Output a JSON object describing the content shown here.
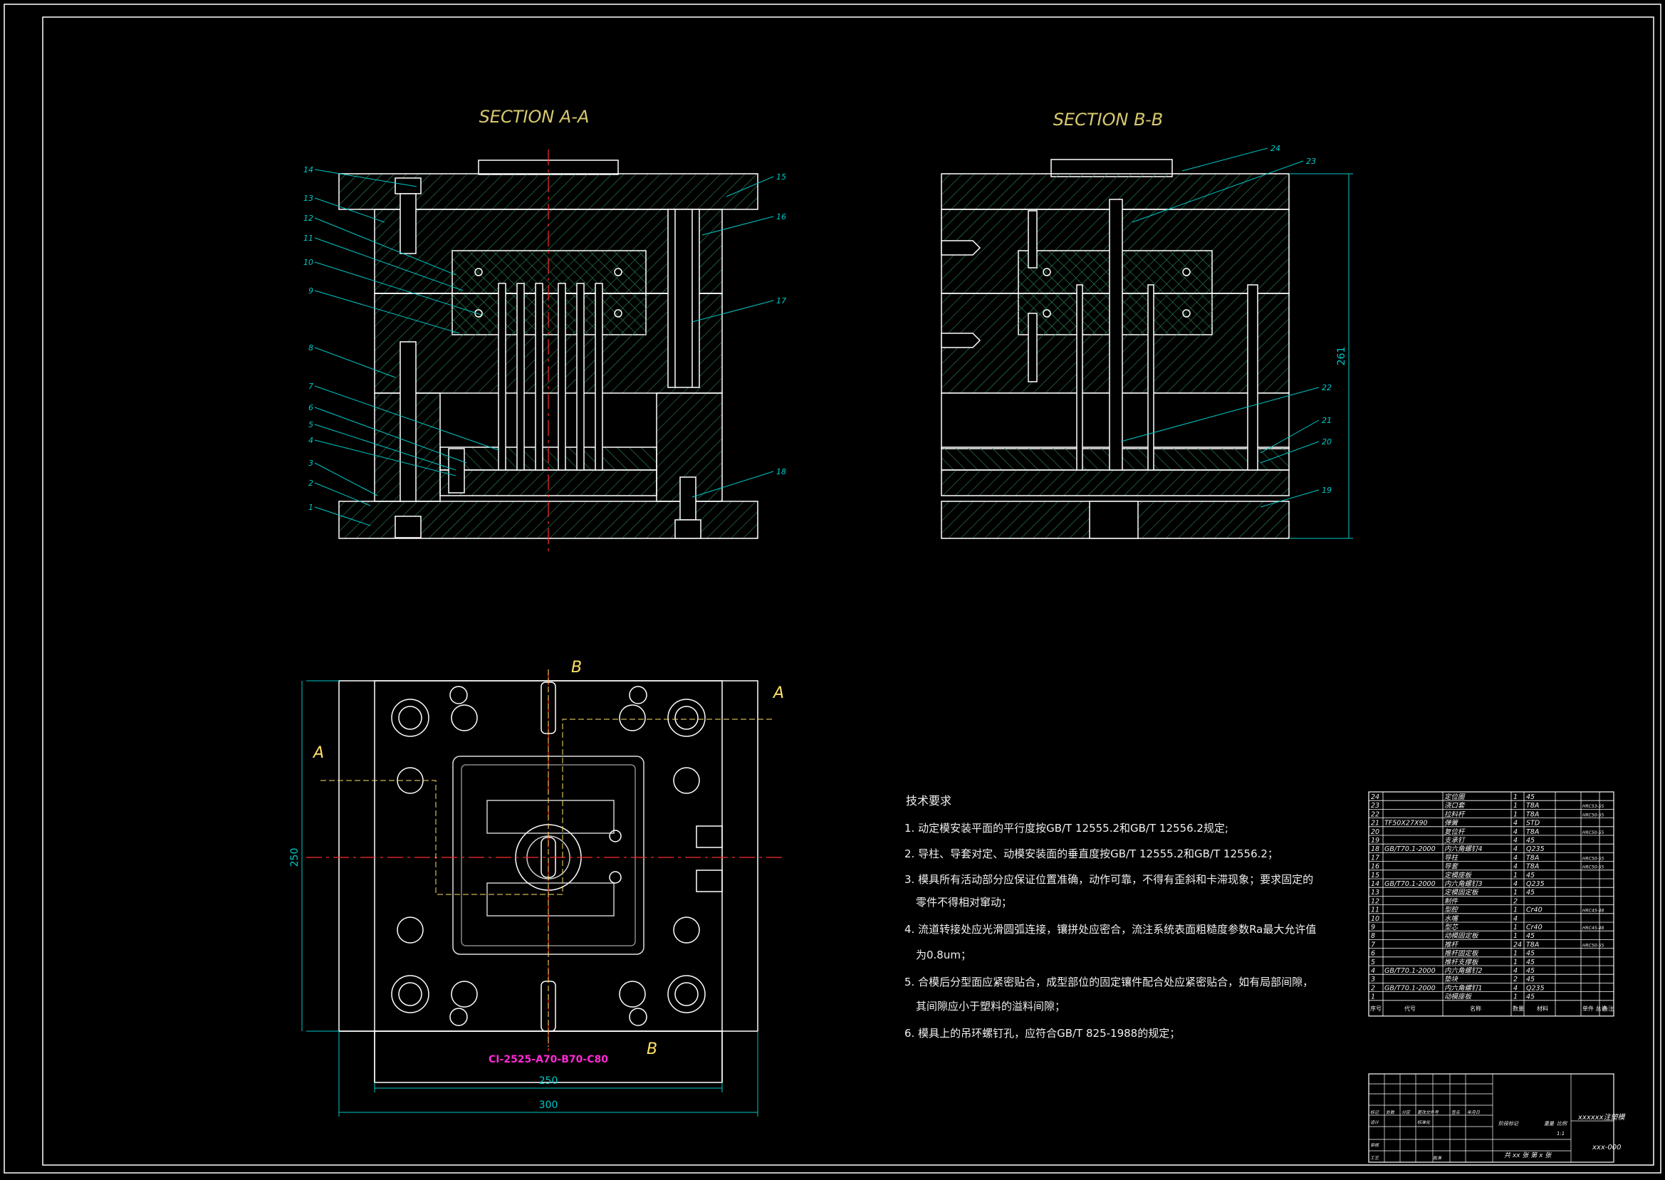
{
  "sections": {
    "aa_title": "SECTION A-A",
    "bb_title": "SECTION B-B"
  },
  "colors": {
    "background": "#000000",
    "outline": "#ffffff",
    "hatch": "#2e8b57",
    "centerline": "#ff2a2a",
    "leader": "#00c8c8",
    "title_text": "#d8c870",
    "tech_text": "#f0f0f0",
    "pink_label": "#ff2ad4"
  },
  "aa_callouts": [
    "14",
    "13",
    "12",
    "11",
    "10",
    "9",
    "8",
    "7",
    "6",
    "5",
    "4",
    "3",
    "2",
    "1",
    "15",
    "16",
    "17",
    "18"
  ],
  "bb_callouts": [
    "24",
    "23",
    "22",
    "21",
    "20",
    "19"
  ],
  "dimensions": {
    "bb_height": "261",
    "plan_height": "250",
    "plan_width_inner": "250",
    "plan_width_outer": "300"
  },
  "plan": {
    "arrow_a_top": "A",
    "arrow_a_left": "A",
    "arrow_b_top": "B",
    "arrow_b_bottom": "B",
    "mold_code": "CI-2525-A70-B70-C80"
  },
  "tech": {
    "heading": "技术要求",
    "lines": [
      "1. 动定模安装平面的平行度按GB/T 12555.2和GB/T 12556.2规定;",
      "2. 导柱、导套对定、动模安装面的垂直度按GB/T 12555.2和GB/T 12556.2；",
      "3. 模具所有活动部分应保证位置准确，动作可靠，不得有歪斜和卡滞现象；要求固定的",
      "零件不得相对窜动；",
      "4. 流道转接处应光滑圆弧连接，镶拼处应密合，流注系统表面粗糙度参数Ra最大允许值",
      "为0.8um；",
      "5. 合模后分型面应紧密贴合，成型部位的固定镶件配合处应紧密贴合，如有局部间隙，",
      "其间隙应小于塑料的溢料间隙；",
      "6. 模具上的吊环螺钉孔，应符合GB/T 825-1988的规定；"
    ]
  },
  "bom": [
    {
      "no": "24",
      "code": "",
      "name": "定位圈",
      "qty": "1",
      "mat": "45",
      "note": ""
    },
    {
      "no": "23",
      "code": "",
      "name": "浇口套",
      "qty": "1",
      "mat": "T8A",
      "note": "HRC53-55"
    },
    {
      "no": "22",
      "code": "",
      "name": "拉料杆",
      "qty": "1",
      "mat": "T8A",
      "note": "HRC50-55"
    },
    {
      "no": "21",
      "code": "TF50X27X90",
      "name": "弹簧",
      "qty": "4",
      "mat": "STD",
      "note": ""
    },
    {
      "no": "20",
      "code": "",
      "name": "复位杆",
      "qty": "4",
      "mat": "T8A",
      "note": "HRC50-55"
    },
    {
      "no": "19",
      "code": "",
      "name": "支承钉",
      "qty": "4",
      "mat": "45",
      "note": ""
    },
    {
      "no": "18",
      "code": "GB/T70.1-2000",
      "name": "内六角螺钉4",
      "qty": "4",
      "mat": "Q235",
      "note": ""
    },
    {
      "no": "17",
      "code": "",
      "name": "导柱",
      "qty": "4",
      "mat": "T8A",
      "note": "HRC50-55"
    },
    {
      "no": "16",
      "code": "",
      "name": "导套",
      "qty": "4",
      "mat": "T8A",
      "note": "HRC50-55"
    },
    {
      "no": "15",
      "code": "",
      "name": "定模座板",
      "qty": "1",
      "mat": "45",
      "note": ""
    },
    {
      "no": "14",
      "code": "GB/T70.1-2000",
      "name": "内六角螺钉3",
      "qty": "4",
      "mat": "Q235",
      "note": ""
    },
    {
      "no": "13",
      "code": "",
      "name": "定模固定板",
      "qty": "1",
      "mat": "45",
      "note": ""
    },
    {
      "no": "12",
      "code": "",
      "name": "制件",
      "qty": "2",
      "mat": "",
      "note": ""
    },
    {
      "no": "11",
      "code": "",
      "name": "型腔",
      "qty": "1",
      "mat": "Cr40",
      "note": "HRC45-48"
    },
    {
      "no": "10",
      "code": "",
      "name": "水嘴",
      "qty": "4",
      "mat": "",
      "note": ""
    },
    {
      "no": "9",
      "code": "",
      "name": "型芯",
      "qty": "1",
      "mat": "Cr40",
      "note": "HRC45-48"
    },
    {
      "no": "8",
      "code": "",
      "name": "动模固定板",
      "qty": "1",
      "mat": "45",
      "note": ""
    },
    {
      "no": "7",
      "code": "",
      "name": "推杆",
      "qty": "24",
      "mat": "T8A",
      "note": "HRC50-55"
    },
    {
      "no": "6",
      "code": "",
      "name": "推杆固定板",
      "qty": "1",
      "mat": "45",
      "note": ""
    },
    {
      "no": "5",
      "code": "",
      "name": "推杆支撑板",
      "qty": "1",
      "mat": "45",
      "note": ""
    },
    {
      "no": "4",
      "code": "GB/T70.1-2000",
      "name": "内六角螺钉2",
      "qty": "4",
      "mat": "45",
      "note": ""
    },
    {
      "no": "3",
      "code": "",
      "name": "垫块",
      "qty": "2",
      "mat": "45",
      "note": ""
    },
    {
      "no": "2",
      "code": "GB/T70.1-2000",
      "name": "内六角螺钉1",
      "qty": "4",
      "mat": "Q235",
      "note": ""
    },
    {
      "no": "1",
      "code": "",
      "name": "动模座板",
      "qty": "1",
      "mat": "45",
      "note": ""
    }
  ],
  "bom_header": {
    "no": "序号",
    "code": "代号",
    "name": "名称",
    "qty": "数量",
    "mat": "材料",
    "weight": "单件 总计",
    "note": "备注",
    "weight_sub": "重量"
  },
  "title_block": {
    "drawing_name": "xxxxxx注塑模",
    "drawing_code": "xxx-000",
    "sheet_label": "共 xx 张  第 x 张",
    "scale": "1:1",
    "stage_label": "阶段标记",
    "weight_label": "重量",
    "scale_label": "比例",
    "r_labels": [
      "标记",
      "处数",
      "分区",
      "更改文件号",
      "签名",
      "年月日"
    ],
    "r2_labels": [
      "设计",
      "",
      "标准化",
      ""
    ],
    "r3_labels": [
      "审核",
      ""
    ],
    "r4_labels": [
      "工艺",
      "",
      "批准",
      ""
    ]
  }
}
